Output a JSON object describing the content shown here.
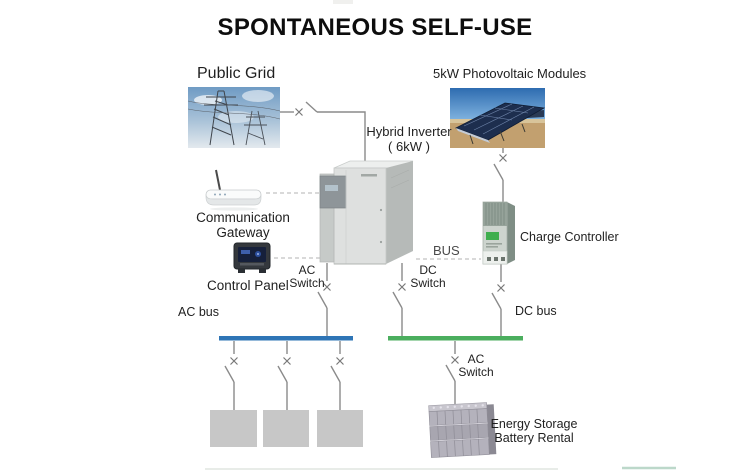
{
  "title": "SPONTANEOUS SELF-USE",
  "nodes": {
    "public_grid": {
      "label": "Public Grid"
    },
    "pv_modules": {
      "label": "5kW Photovoltaic Modules"
    },
    "hybrid_inverter": {
      "label": "Hybrid Inverter",
      "rating": "( 6kW )"
    },
    "communication_gateway": {
      "label_line1": "Communication",
      "label_line2": "Gateway"
    },
    "control_panel": {
      "label": "Control Panel"
    },
    "charge_controller": {
      "label": "Charge Controller"
    },
    "energy_storage": {
      "label_line1": "Energy Storage",
      "label_line2": "Battery Rental"
    }
  },
  "connections": {
    "bus_link_label": "BUS",
    "ac_bus_label": "AC bus",
    "dc_bus_label": "DC bus"
  },
  "switches": {
    "inverter_ac": {
      "line1": "AC",
      "line2": "Switch"
    },
    "inverter_dc": {
      "line1": "DC",
      "line2": "Switch"
    },
    "battery_ac": {
      "line1": "AC",
      "line2": "Switch"
    }
  },
  "colors": {
    "ac_bus": "#2E75B6",
    "dc_bus": "#4BAE5E",
    "wire": "#8A8A8A",
    "load_block": "#C7C7C7"
  }
}
